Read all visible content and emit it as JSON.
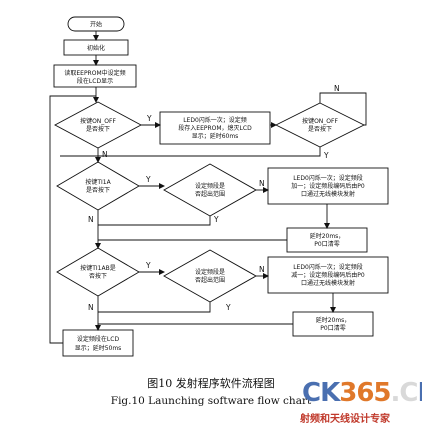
{
  "nodes": {
    "start": "开始",
    "init": "初始化",
    "read": [
      "读取EEPROM中设定频",
      "段在LCD显示"
    ],
    "k1": [
      "按键ON_OFF",
      "是否按下"
    ],
    "p1": [
      "LED0闪烁一次；设定频",
      "段存入EEPROM，熄灭LCD",
      "显示；延时60ms"
    ],
    "k2": [
      "按键ON_OFF",
      "是否按下"
    ],
    "k3": [
      "按键TI1A",
      "是否按下"
    ],
    "d1": [
      "设定频段是",
      "否超出范围"
    ],
    "p2": [
      "LED0闪烁一次；设定频段",
      "加一；设定频段编码后由P0",
      "口通过无线模块发射"
    ],
    "p3": [
      "延时20ms，",
      "P0口清零"
    ],
    "k4": [
      "按键TI1AB是",
      "否按下"
    ],
    "d2": [
      "设定频段是",
      "否超出范围"
    ],
    "p4": [
      "LED0闪烁一次；设定频段",
      "减一；设定频段编码后由P0",
      "口通过无线模块发射"
    ],
    "p5": [
      "延时20ms，",
      "P0口清零"
    ],
    "p6": [
      "设定频段在LCD",
      "显示；延时50ms"
    ]
  },
  "labels": {
    "yes": "Y",
    "no": "N"
  },
  "caption": {
    "cn": "图10  发射程序软件流程图",
    "en": "Fig.10  Launching software flow chart"
  },
  "watermark": {
    "logo_parts": [
      "CK",
      "365",
      ".C",
      "N"
    ],
    "subtitle": "射频和天线设计专家"
  }
}
